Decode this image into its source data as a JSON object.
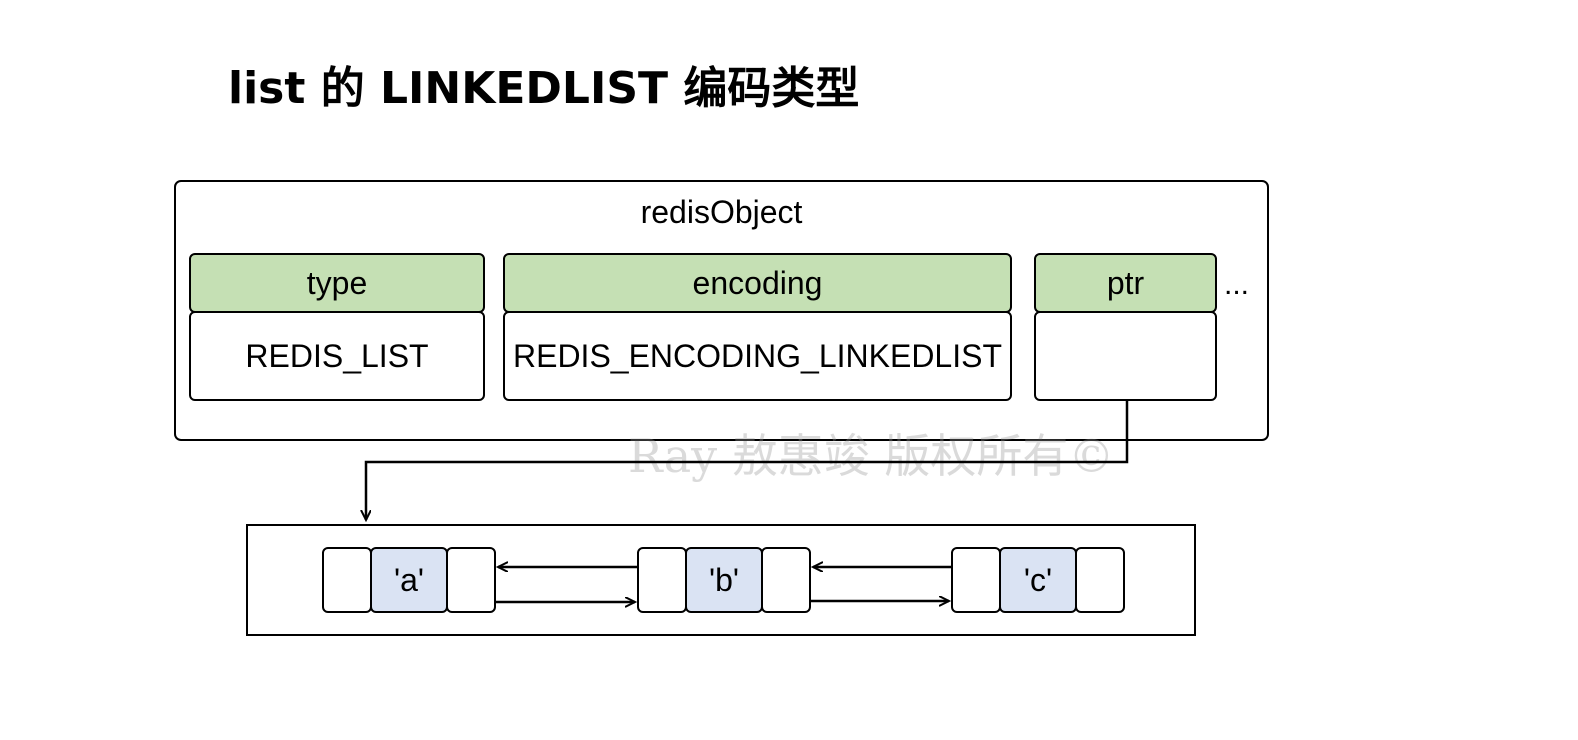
{
  "title": "list 的 LINKEDLIST 编码类型",
  "redis_object": {
    "label": "redisObject",
    "fields": [
      {
        "header": "type",
        "value": "REDIS_LIST"
      },
      {
        "header": "encoding",
        "value": "REDIS_ENCODING_LINKEDLIST"
      },
      {
        "header": "ptr",
        "value": ""
      }
    ],
    "more": "..."
  },
  "linked_list": {
    "nodes": [
      {
        "value": "'a'"
      },
      {
        "value": "'b'"
      },
      {
        "value": "'c'"
      }
    ]
  },
  "watermark": "Ray 敖惠竣 版权所有©",
  "colors": {
    "header_fill": "#c5e0b4",
    "node_value_fill": "#dae3f3",
    "stroke": "#000000"
  }
}
